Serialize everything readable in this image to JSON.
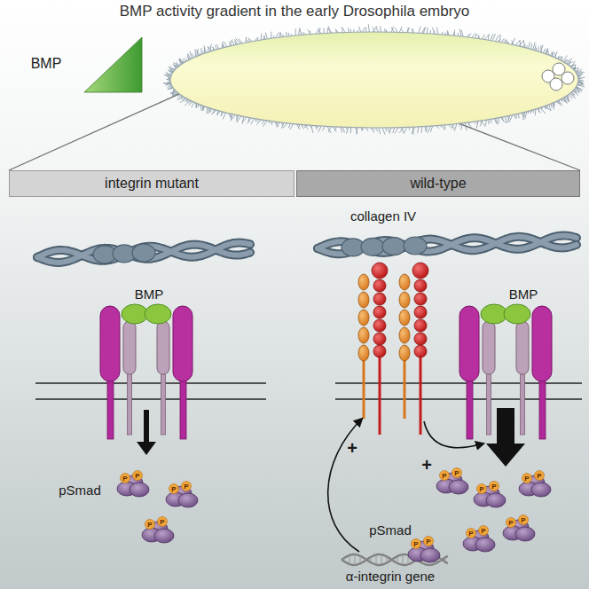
{
  "diagram": {
    "title": "BMP activity gradient in the early Drosophila embryo",
    "nodes": [
      {
        "text": [
          "integrin mutant"
        ]
      },
      {
        "text": [
          "wild-type"
        ]
      }
    ],
    "labels": [
      "BMP",
      "BMP",
      "pSmad",
      "P",
      "P",
      "P",
      "P",
      "P",
      "P",
      "collagen IV",
      "BMP",
      "+",
      "+",
      "pSmad",
      "P",
      "P",
      "P",
      "P",
      "P",
      "P",
      "P",
      "P",
      "P",
      "P",
      "α-integrin gene",
      "P",
      "P"
    ]
  }
}
